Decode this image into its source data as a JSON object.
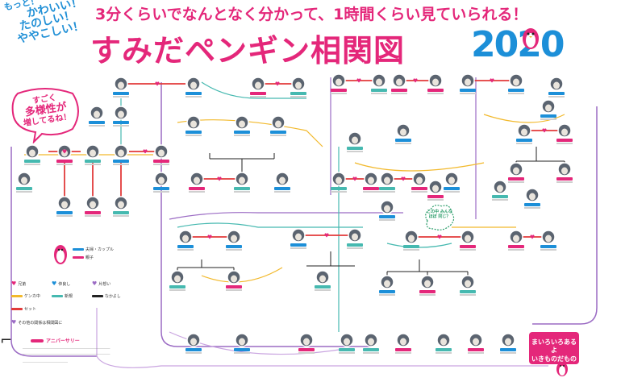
{
  "header": {
    "corner_lines": [
      "もっと！",
      "かわいい！",
      "たのしい！",
      "ややこしい！"
    ],
    "subtitle": "3分くらいでなんとなく分かって、1時間くらい見ていられる！",
    "title": "すみだペンギン相関図",
    "year": "2020"
  },
  "bubble": {
    "lines": [
      "すごく",
      "多様性が",
      "増してるね！"
    ]
  },
  "cloud": {
    "text": "この中 みんなほぼ 同じ？"
  },
  "legend": {
    "rows": [
      "夫婦・カップル",
      "親子",
      "兄弟",
      "仲良し",
      "片想い",
      "ケンカ中",
      "新規",
      "なかよし",
      "セット",
      "その他の関係は相関図に"
    ],
    "anniversary": "アニバーサリー"
  },
  "bottom_badge": {
    "lines": [
      "まいろいろあるよ",
      "いきものだもの"
    ]
  },
  "colors": {
    "pink": "#e4277a",
    "blue": "#1c8fd8",
    "red": "#e23a3a",
    "yellow": "#f2b92c",
    "teal": "#46b9b0",
    "purple": "#9b6bc4",
    "lavender": "#c9a4e0"
  }
}
